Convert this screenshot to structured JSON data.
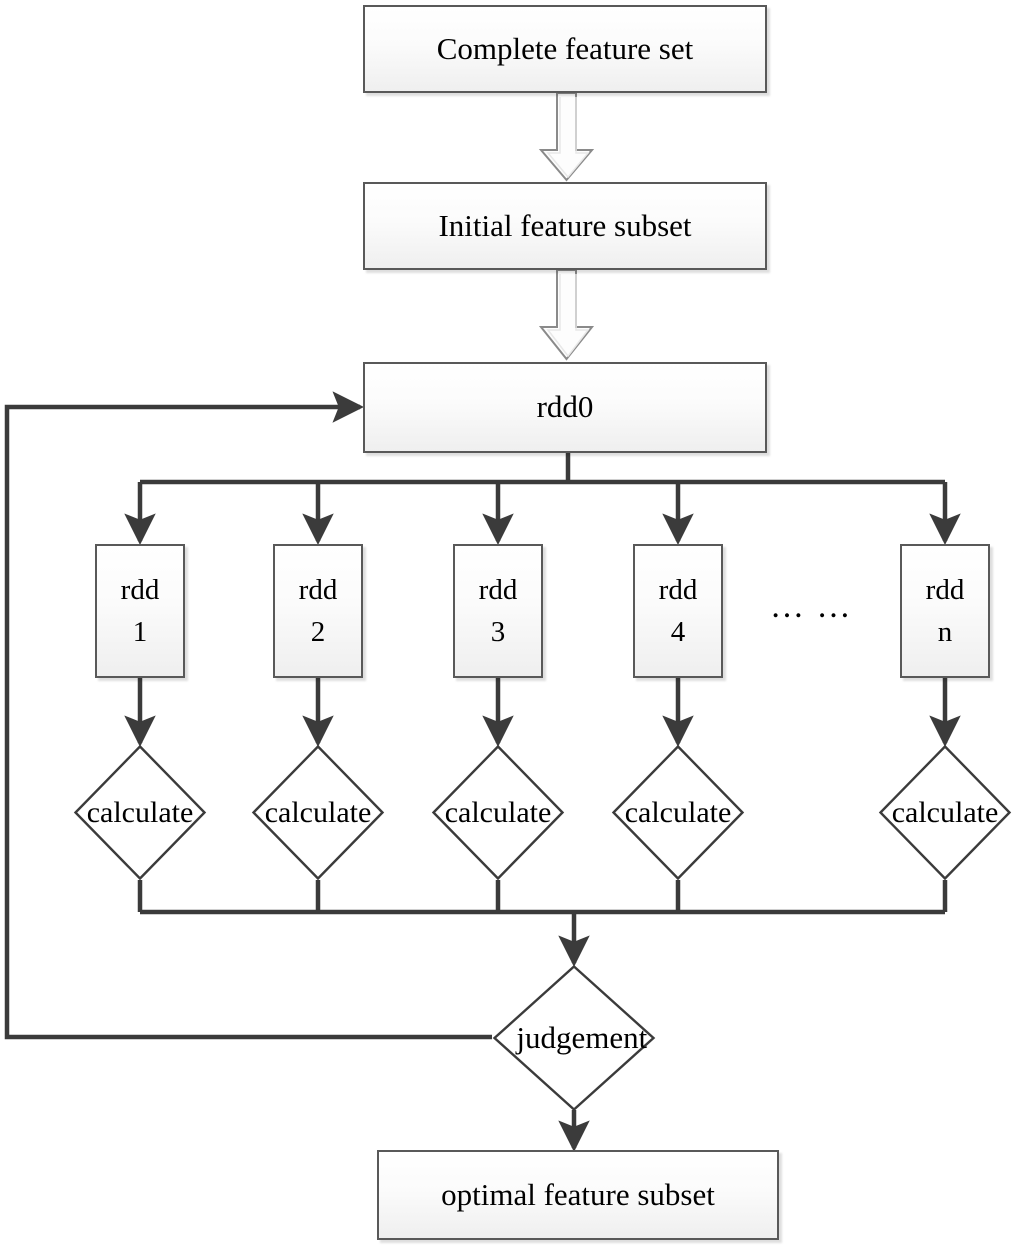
{
  "diagram": {
    "title": "Feature selection flowchart",
    "type": "flowchart",
    "colors": {
      "node_border": "#595959",
      "node_fill_top": "#ffffff",
      "node_fill_bottom": "#efefef",
      "connector": "#3b3b3b",
      "hollow_arrow_border": "#7a7a7a",
      "text": "#000000",
      "background": "#ffffff"
    },
    "nodes": {
      "complete_feature_set": {
        "label": "Complete feature set",
        "shape": "rectangle"
      },
      "initial_feature_subset": {
        "label": "Initial feature subset",
        "shape": "rectangle"
      },
      "rdd0": {
        "label": "rdd0",
        "shape": "rectangle"
      },
      "rdd1": {
        "line1": "rdd",
        "line2": "1",
        "shape": "rectangle"
      },
      "rdd2": {
        "line1": "rdd",
        "line2": "2",
        "shape": "rectangle"
      },
      "rdd3": {
        "line1": "rdd",
        "line2": "3",
        "shape": "rectangle"
      },
      "rdd4": {
        "line1": "rdd",
        "line2": "4",
        "shape": "rectangle"
      },
      "rddn": {
        "line1": "rdd",
        "line2": "n",
        "shape": "rectangle"
      },
      "ellipsis": {
        "label": "… …",
        "shape": "text"
      },
      "calculate1": {
        "label": "calculate",
        "shape": "diamond"
      },
      "calculate2": {
        "label": "calculate",
        "shape": "diamond"
      },
      "calculate3": {
        "label": "calculate",
        "shape": "diamond"
      },
      "calculate4": {
        "label": "calculate",
        "shape": "diamond"
      },
      "calculaten": {
        "label": "calculate",
        "shape": "diamond"
      },
      "judgement": {
        "label": "judgement",
        "shape": "diamond"
      },
      "optimal_feature_subset": {
        "label": "optimal feature subset",
        "shape": "rectangle"
      }
    },
    "edges": [
      {
        "from": "complete_feature_set",
        "to": "initial_feature_subset",
        "style": "hollow-block-arrow"
      },
      {
        "from": "initial_feature_subset",
        "to": "rdd0",
        "style": "hollow-block-arrow"
      },
      {
        "from": "rdd0",
        "to": "rdd1",
        "style": "solid-arrow"
      },
      {
        "from": "rdd0",
        "to": "rdd2",
        "style": "solid-arrow"
      },
      {
        "from": "rdd0",
        "to": "rdd3",
        "style": "solid-arrow"
      },
      {
        "from": "rdd0",
        "to": "rdd4",
        "style": "solid-arrow"
      },
      {
        "from": "rdd0",
        "to": "rddn",
        "style": "solid-arrow"
      },
      {
        "from": "rdd1",
        "to": "calculate1",
        "style": "solid-arrow"
      },
      {
        "from": "rdd2",
        "to": "calculate2",
        "style": "solid-arrow"
      },
      {
        "from": "rdd3",
        "to": "calculate3",
        "style": "solid-arrow"
      },
      {
        "from": "rdd4",
        "to": "calculate4",
        "style": "solid-arrow"
      },
      {
        "from": "rddn",
        "to": "calculaten",
        "style": "solid-arrow"
      },
      {
        "from": "calculate-all",
        "to": "judgement",
        "style": "solid-arrow-merge"
      },
      {
        "from": "judgement",
        "to": "rdd0",
        "style": "solid-arrow-feedback"
      },
      {
        "from": "judgement",
        "to": "optimal_feature_subset",
        "style": "solid-arrow"
      }
    ]
  }
}
